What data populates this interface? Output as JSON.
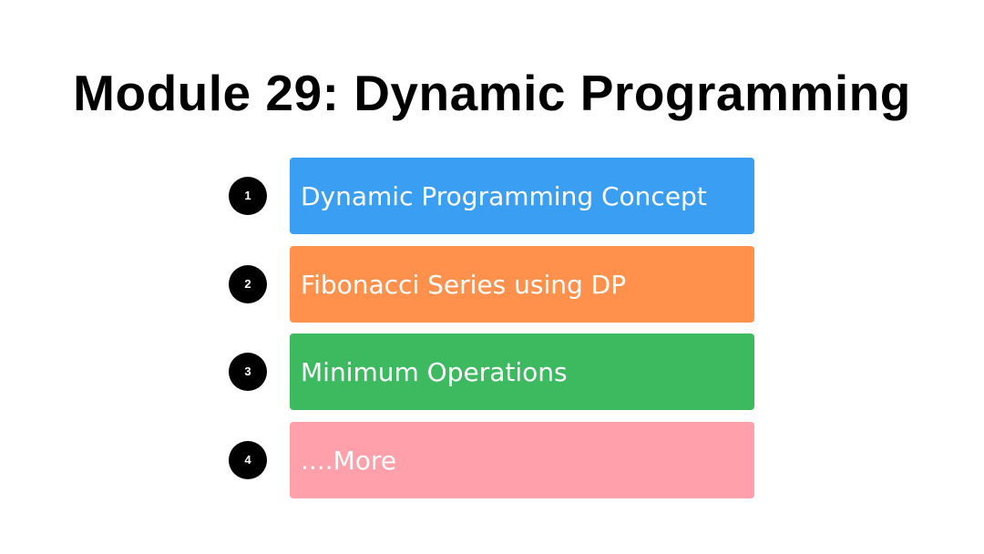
{
  "slide": {
    "title": "Module 29: Dynamic Programming",
    "items": [
      {
        "number": "1",
        "label": "Dynamic Programming Concept",
        "color": "#3A9FF2"
      },
      {
        "number": "2",
        "label": "Fibonacci Series using DP",
        "color": "#FF914D"
      },
      {
        "number": "3",
        "label": "Minimum Operations",
        "color": "#3DBA5F"
      },
      {
        "number": "4",
        "label": "....More",
        "color": "#FFA0AB"
      }
    ]
  }
}
